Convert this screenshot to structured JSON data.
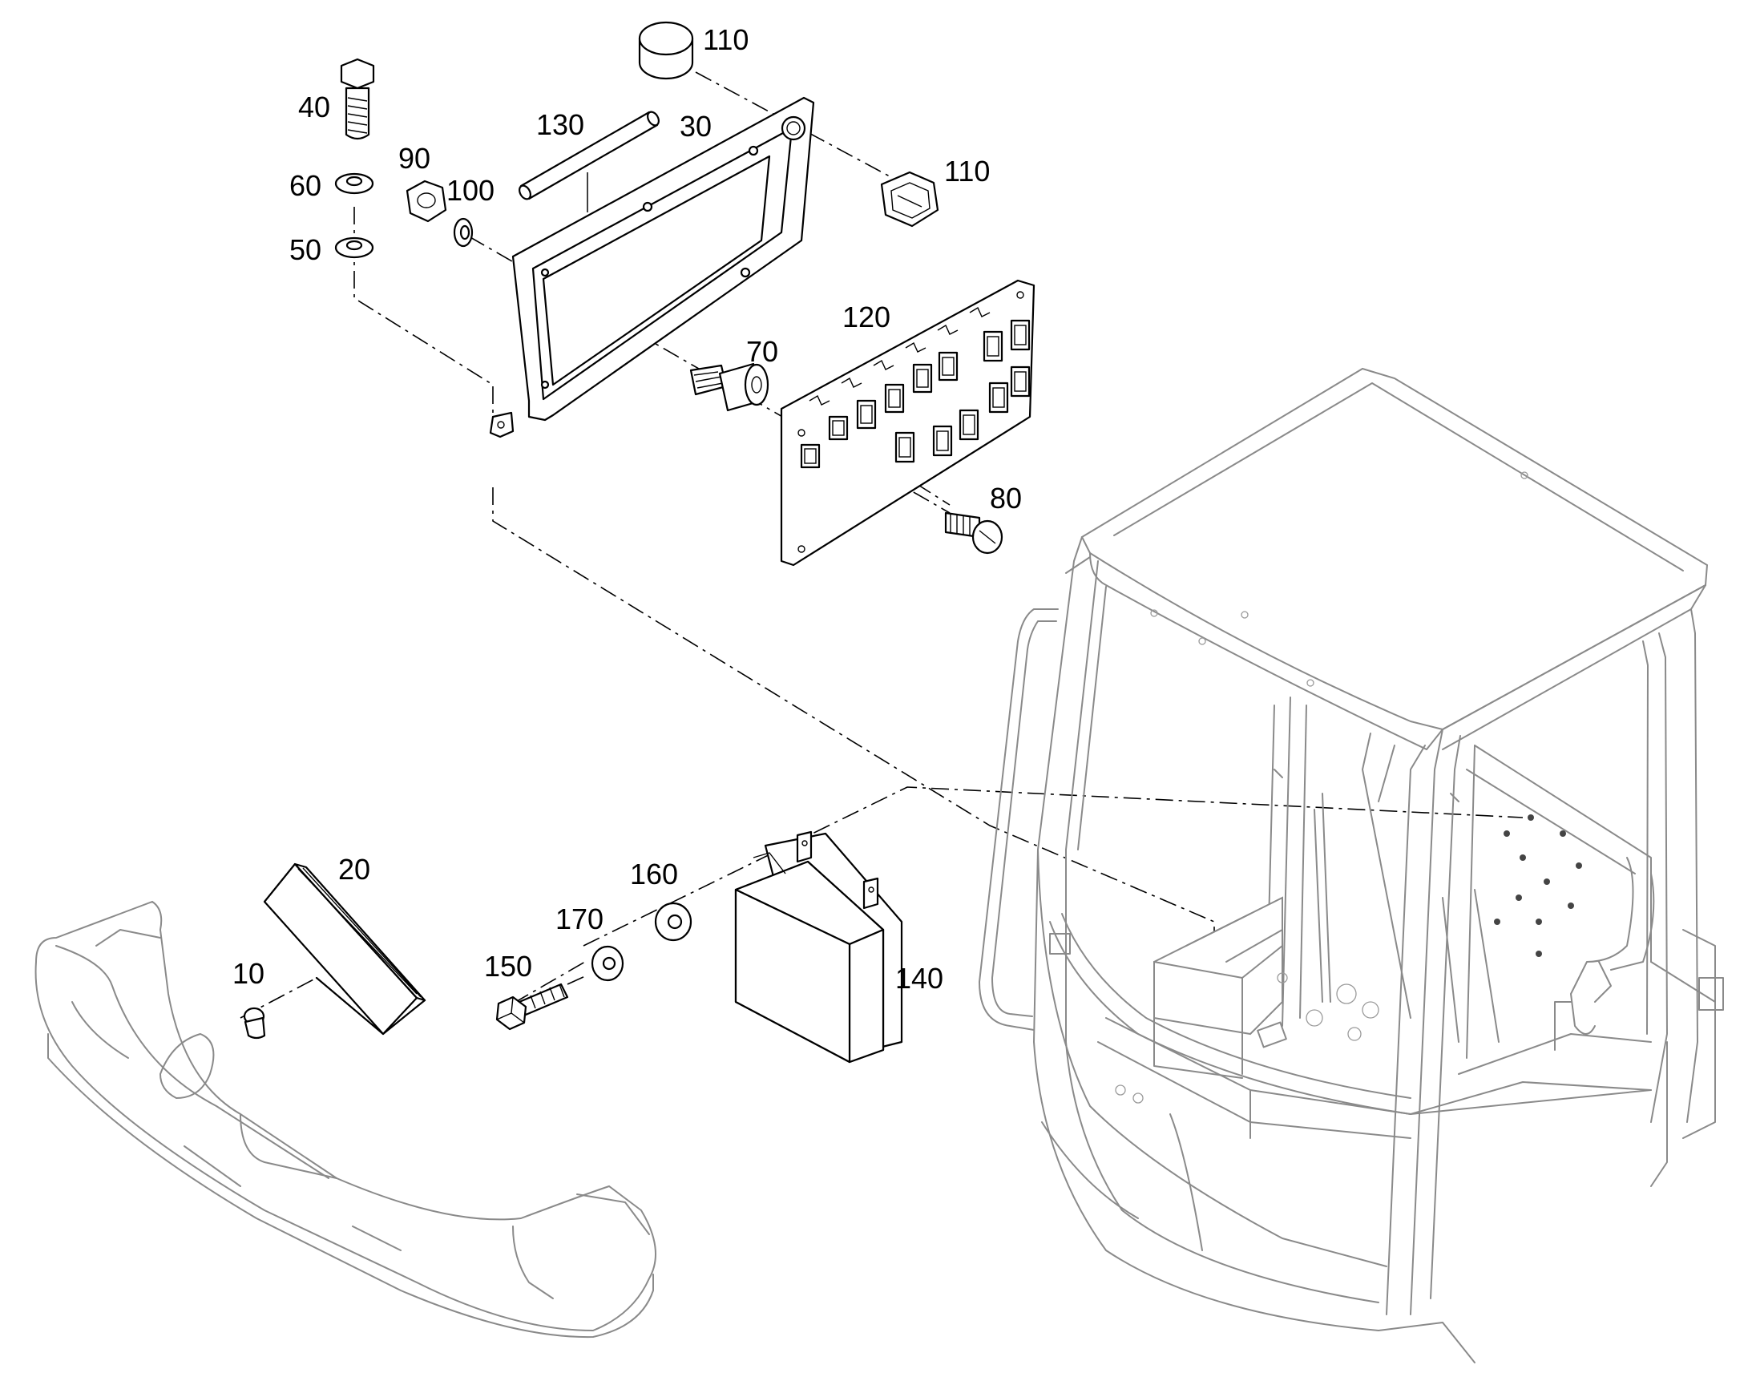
{
  "diagram": {
    "part_labels": {
      "p10": "10",
      "p20": "20",
      "p30": "30",
      "p40": "40",
      "p50": "50",
      "p60": "60",
      "p70": "70",
      "p80": "80",
      "p90": "90",
      "p100": "100",
      "p110_top": "110",
      "p110_nut": "110",
      "p120": "120",
      "p130": "130",
      "p140": "140",
      "p150": "150",
      "p160": "160",
      "p170": "170"
    }
  }
}
